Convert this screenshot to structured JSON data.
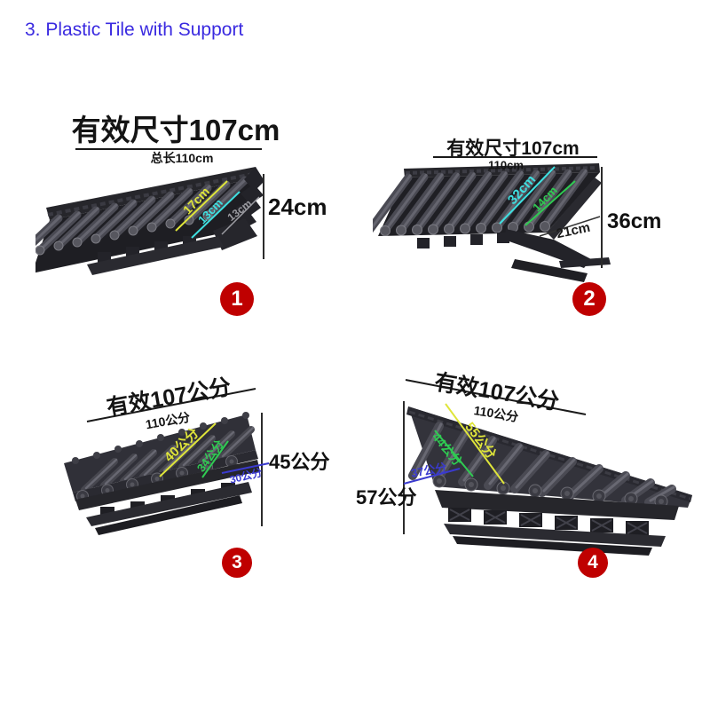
{
  "page": {
    "title": "3. Plastic Tile with Support",
    "title_color": "#3a2ae0",
    "badge_color": "#bf0000"
  },
  "products": [
    {
      "badge": "1",
      "heading": "有效尺寸107cm",
      "sub_label": "总长110cm",
      "height_label": "24cm",
      "annotations": [
        {
          "text": "17cm",
          "color": "#dfe53a"
        },
        {
          "text": "13cm",
          "color": "#3fdfe0"
        },
        {
          "text": "13cm",
          "color": "#9b9ba1"
        }
      ]
    },
    {
      "badge": "2",
      "heading": "有效尺寸107cm",
      "sub_label": "110cm",
      "height_label": "36cm",
      "annotations": [
        {
          "text": "32cm",
          "color": "#3fdfe0"
        },
        {
          "text": "14cm",
          "color": "#2fcb52"
        },
        {
          "text": "21cm",
          "color": "#1a1a1a"
        }
      ]
    },
    {
      "badge": "3",
      "heading": "有效107公分",
      "sub_label": "110公分",
      "height_label": "45公分",
      "annotations": [
        {
          "text": "40公分",
          "color": "#dfe53a"
        },
        {
          "text": "34公分",
          "color": "#2fcb52"
        },
        {
          "text": "30公分",
          "color": "#3a3ace"
        }
      ]
    },
    {
      "badge": "4",
      "heading": "有效107公分",
      "sub_label": "110公分",
      "height_label": "57公分",
      "annotations": [
        {
          "text": "55公分",
          "color": "#dfe53a"
        },
        {
          "text": "44公分",
          "color": "#2fcb52"
        },
        {
          "text": "37公分",
          "color": "#3a3ace"
        }
      ]
    }
  ]
}
